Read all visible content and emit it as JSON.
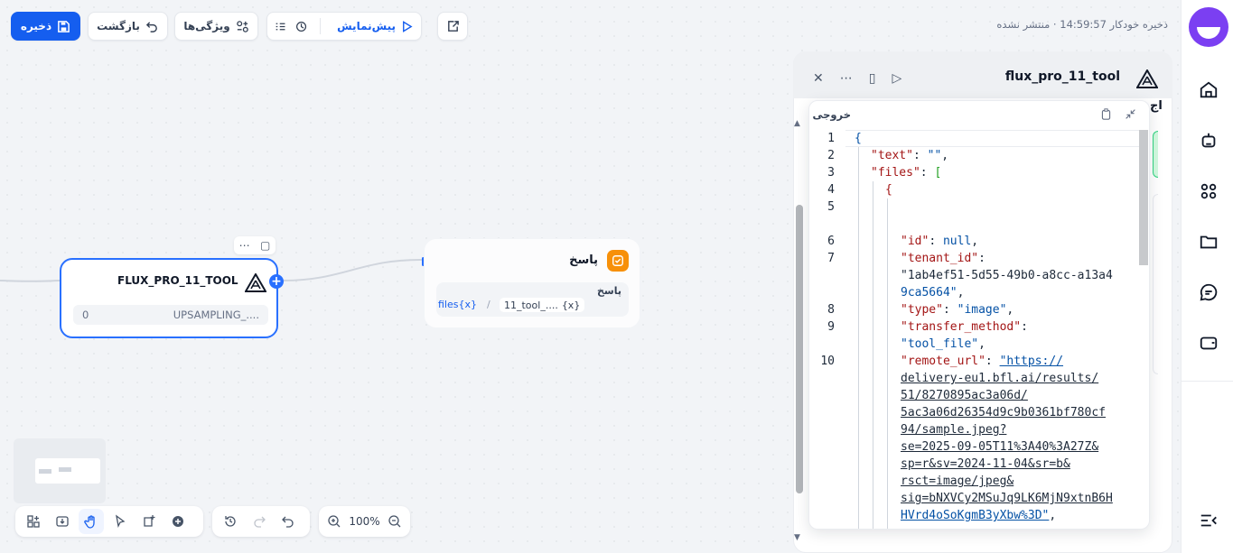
{
  "toolbar": {
    "save_label": "ذخیره",
    "back_label": "بازگشت",
    "features_label": "ویژگی‌ها",
    "preview_label": "پیش‌نمایش",
    "autosave_text": "ذخیره خودکار 14:59:57 · منتشر نشده"
  },
  "nodes": {
    "flux": {
      "title": "FLUX_PRO_11_TOOL",
      "param_name": "UPSAMPLING_....",
      "param_value": "0"
    },
    "answer": {
      "title": "پاسخ",
      "field_label": "پاسخ",
      "var_node": "11_tool_....",
      "var_sep": "/",
      "var_name": "files{x}",
      "var_prefix": "{x}"
    }
  },
  "zoom": {
    "level": "100%"
  },
  "panel": {
    "title": "flux_pro_11_tool",
    "side_label": "اج",
    "output_title": "خروجی"
  },
  "code": {
    "line_numbers": [
      "1",
      "2",
      "3",
      "4",
      "5",
      "6",
      "7",
      "8",
      "9",
      "10"
    ],
    "text_key": "\"text\"",
    "text_val": "\"\"",
    "files_key": "\"files\"",
    "id_key": "\"id\"",
    "id_val": "null",
    "tenant_key": "\"tenant_id\"",
    "tenant_val_1": "\"1ab4ef51-5d55-49b0-a8cc-a13a4",
    "tenant_val_2": "9ca5664\"",
    "type_key": "\"type\"",
    "type_val": "\"image\"",
    "method_key": "\"transfer_method\"",
    "method_val": "\"tool_file\"",
    "url_key": "\"remote_url\"",
    "url_lines": [
      "\"https://",
      "delivery-eu1.bfl.ai/results/",
      "51/8270895ac3a06d/",
      "5ac3a06d26354d9c9b0361bf780cf",
      "94/sample.jpeg?",
      "se=2025-09-05T11%3A40%3A27Z&",
      "sp=r&sv=2024-11-04&sr=b&",
      "rsct=image/jpeg&",
      "sig=bNXVCy2MSuJq9LK6MjN9xtnB6H",
      "HVrd4oSoKgmB3yXbw%3D\""
    ]
  },
  "colors": {
    "accent": "#155eef",
    "node_border": "#2970ff",
    "answer_badge": "#f79009",
    "logo": "#7b3ff2"
  },
  "icons": {
    "sidebar": [
      "home-icon",
      "robot-icon",
      "apps-icon",
      "folder-icon",
      "chat-icon",
      "wallet-icon",
      "menu-collapse-icon"
    ]
  }
}
